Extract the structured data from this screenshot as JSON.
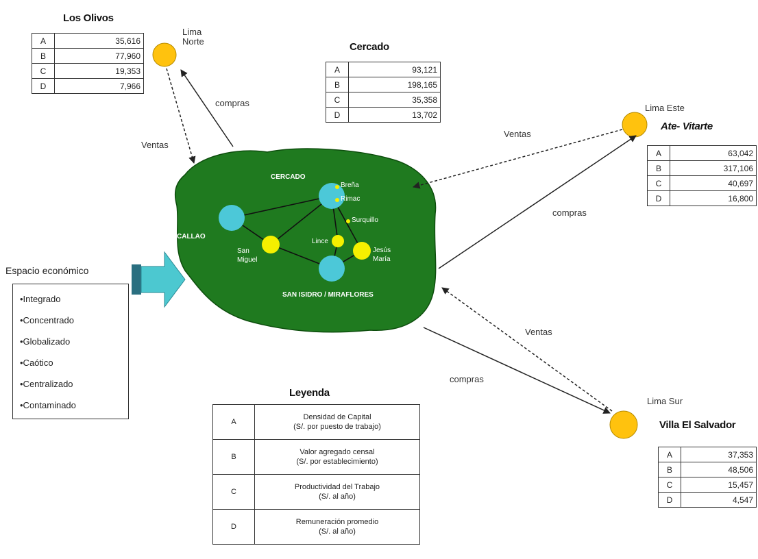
{
  "nodes": {
    "los_olivos": {
      "title": "Los Olivos",
      "rows": [
        {
          "k": "A",
          "v": "35,616"
        },
        {
          "k": "B",
          "v": "77,960"
        },
        {
          "k": "C",
          "v": "19,353"
        },
        {
          "k": "D",
          "v": "7,966"
        }
      ]
    },
    "cercado": {
      "title": "Cercado",
      "rows": [
        {
          "k": "A",
          "v": "93,121"
        },
        {
          "k": "B",
          "v": "198,165"
        },
        {
          "k": "C",
          "v": "35,358"
        },
        {
          "k": "D",
          "v": "13,702"
        }
      ]
    },
    "ate_vitarte": {
      "zone": "Lima Este",
      "title": "Ate- Vitarte",
      "rows": [
        {
          "k": "A",
          "v": "63,042"
        },
        {
          "k": "B",
          "v": "317,106"
        },
        {
          "k": "C",
          "v": "40,697"
        },
        {
          "k": "D",
          "v": "16,800"
        }
      ]
    },
    "villa_salvador": {
      "zone": "Lima Sur",
      "title": "Villa El Salvador",
      "rows": [
        {
          "k": "A",
          "v": "37,353"
        },
        {
          "k": "B",
          "v": "48,506"
        },
        {
          "k": "C",
          "v": "15,457"
        },
        {
          "k": "D",
          "v": "4,547"
        }
      ]
    },
    "lima_norte": {
      "zone": "Lima\nNorte"
    }
  },
  "flows": {
    "compras": "compras",
    "ventas": "Ventas"
  },
  "map": {
    "cercado": "CERCADO",
    "callao": "CALLAO",
    "san_isidro": "SAN ISIDRO / MIRAFLORES",
    "san_miguel": "San\nMiguel",
    "lince": "Lince",
    "jesus_maria": "Jesús\nMaría",
    "breña": "Breña",
    "rimac": "Rimac",
    "surquillo": "Surquillo"
  },
  "espacio": {
    "title": "Espacio económico",
    "items": [
      "•Integrado",
      "•Concentrado",
      "•Globalizado",
      "•Caótico",
      "•Centralizado",
      "•Contaminado"
    ]
  },
  "leyenda": {
    "title": "Leyenda",
    "rows": [
      {
        "k": "A",
        "v": "Densidad de Capital\n(S/. por puesto de trabajo)"
      },
      {
        "k": "B",
        "v": "Valor agregado censal\n(S/. por establecimiento)"
      },
      {
        "k": "C",
        "v": "Productividad del Trabajo\n(S/. al año)"
      },
      {
        "k": "D",
        "v": "Remuneración promedio\n(S/. al año)"
      }
    ]
  },
  "colors": {
    "map_green": "#1f7a1f",
    "district": "#4cc8d8",
    "node_yellow": "#ffc20e",
    "small_dot": "#f5f000",
    "arrow_teal": "#4cc8d0"
  }
}
